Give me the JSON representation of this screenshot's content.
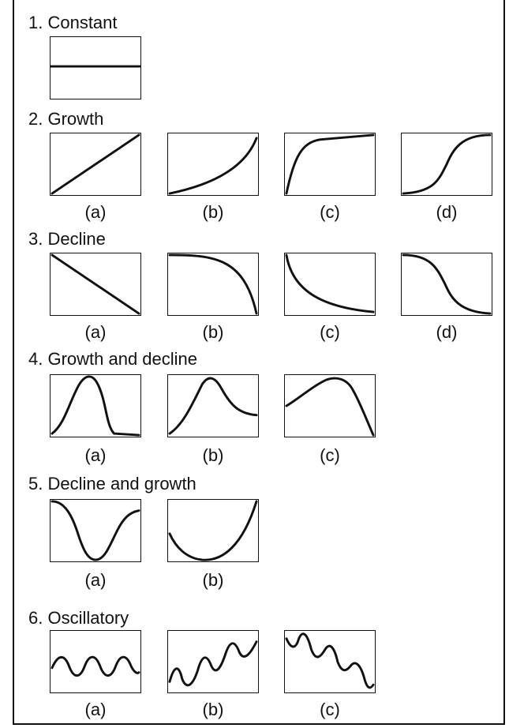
{
  "sections": [
    {
      "heading": "1. Constant",
      "panels": [
        {
          "label": "",
          "shape": "constant"
        }
      ]
    },
    {
      "heading": "2. Growth",
      "panels": [
        {
          "label": "(a)",
          "shape": "growth-linear"
        },
        {
          "label": "(b)",
          "shape": "growth-exponential"
        },
        {
          "label": "(c)",
          "shape": "growth-saturating"
        },
        {
          "label": "(d)",
          "shape": "growth-sigmoid"
        }
      ]
    },
    {
      "heading": "3. Decline",
      "panels": [
        {
          "label": "(a)",
          "shape": "decline-linear"
        },
        {
          "label": "(b)",
          "shape": "decline-accelerating"
        },
        {
          "label": "(c)",
          "shape": "decline-decaying"
        },
        {
          "label": "(d)",
          "shape": "decline-sigmoid"
        }
      ]
    },
    {
      "heading": "4. Growth and decline",
      "panels": [
        {
          "label": "(a)",
          "shape": "peak-symmetric"
        },
        {
          "label": "(b)",
          "shape": "peak-skewed"
        },
        {
          "label": "(c)",
          "shape": "peak-broad"
        }
      ]
    },
    {
      "heading": "5. Decline and growth",
      "panels": [
        {
          "label": "(a)",
          "shape": "trough-symmetric"
        },
        {
          "label": "(b)",
          "shape": "trough-skewed"
        }
      ]
    },
    {
      "heading": "6. Oscillatory",
      "panels": [
        {
          "label": "(a)",
          "shape": "oscillate-steady"
        },
        {
          "label": "(b)",
          "shape": "oscillate-rising"
        },
        {
          "label": "(c)",
          "shape": "oscillate-falling"
        }
      ]
    }
  ],
  "colors": {
    "line": "#111111",
    "background": "#ffffff"
  }
}
